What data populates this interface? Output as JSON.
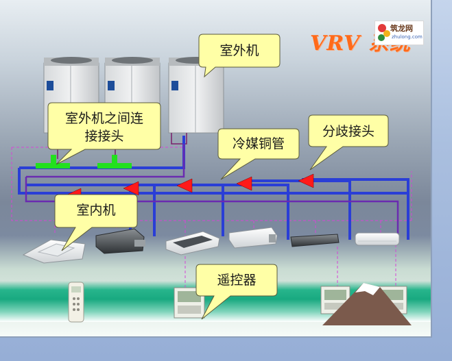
{
  "slide": {
    "title": "VRV 系统",
    "logo_text": "筑龙网",
    "logo_subtext": "zhulong.com"
  },
  "labels": {
    "outdoor_unit": "室外机",
    "outdoor_connector_line1": "室外机之间连",
    "outdoor_connector_line2": "接接头",
    "refrigerant_pipe": "冷媒铜管",
    "branch_joint": "分歧接头",
    "indoor_unit": "室内机",
    "remote_controller": "遥控器"
  },
  "colors": {
    "pipe": "#2a3ed6",
    "connector": "#22e01e",
    "arrow": "#ff1a1a",
    "callout_fill": "#ffffa6",
    "dashed_wire": "#d645d6",
    "title": "#ff6a1a"
  },
  "counts": {
    "outdoor_units": 3,
    "indoor_units": 6,
    "remote_controllers": 4
  }
}
